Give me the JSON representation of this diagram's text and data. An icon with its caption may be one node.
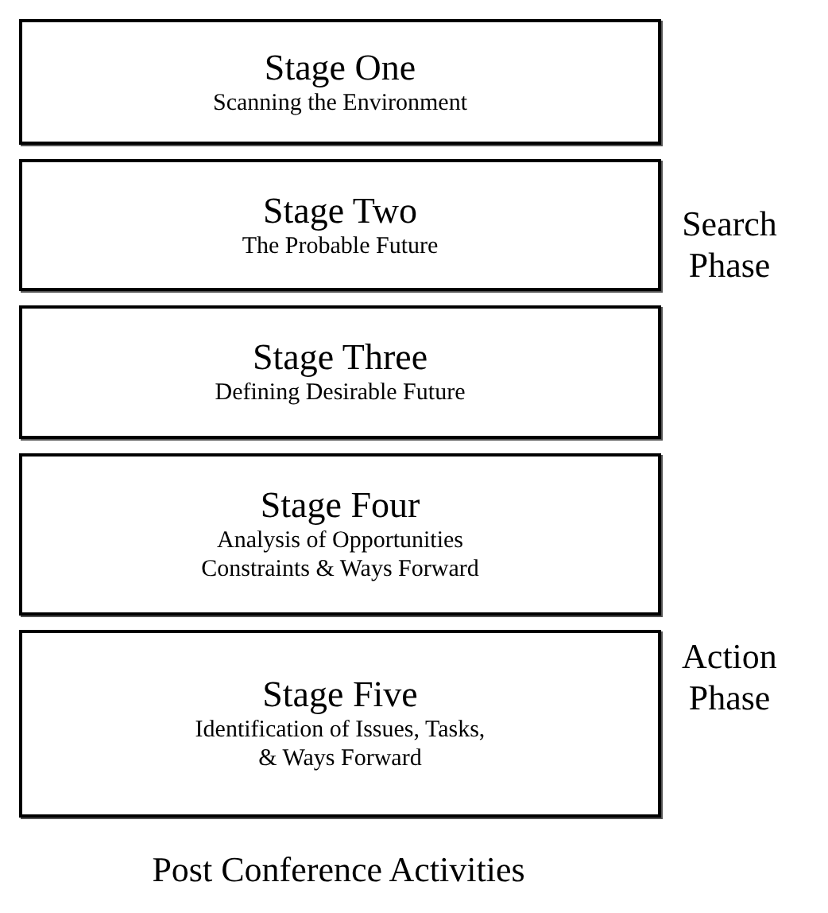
{
  "diagram": {
    "nodes": [
      {
        "text": [
          "Stage One",
          "Scanning the Environment"
        ]
      },
      {
        "text": [
          "Stage Two",
          "The Probable Future"
        ]
      },
      {
        "text": [
          "Stage Three",
          "Defining Desirable Future"
        ]
      },
      {
        "text": [
          "Stage Four",
          "Analysis of Opportunities Constraints & Ways Forward"
        ]
      },
      {
        "text": [
          "Stage Five",
          "Identification of Issues, Tasks, & Ways Forward"
        ]
      }
    ],
    "labels": [
      "Search Phase",
      "Action Phase",
      "Post Conference Activities"
    ]
  }
}
